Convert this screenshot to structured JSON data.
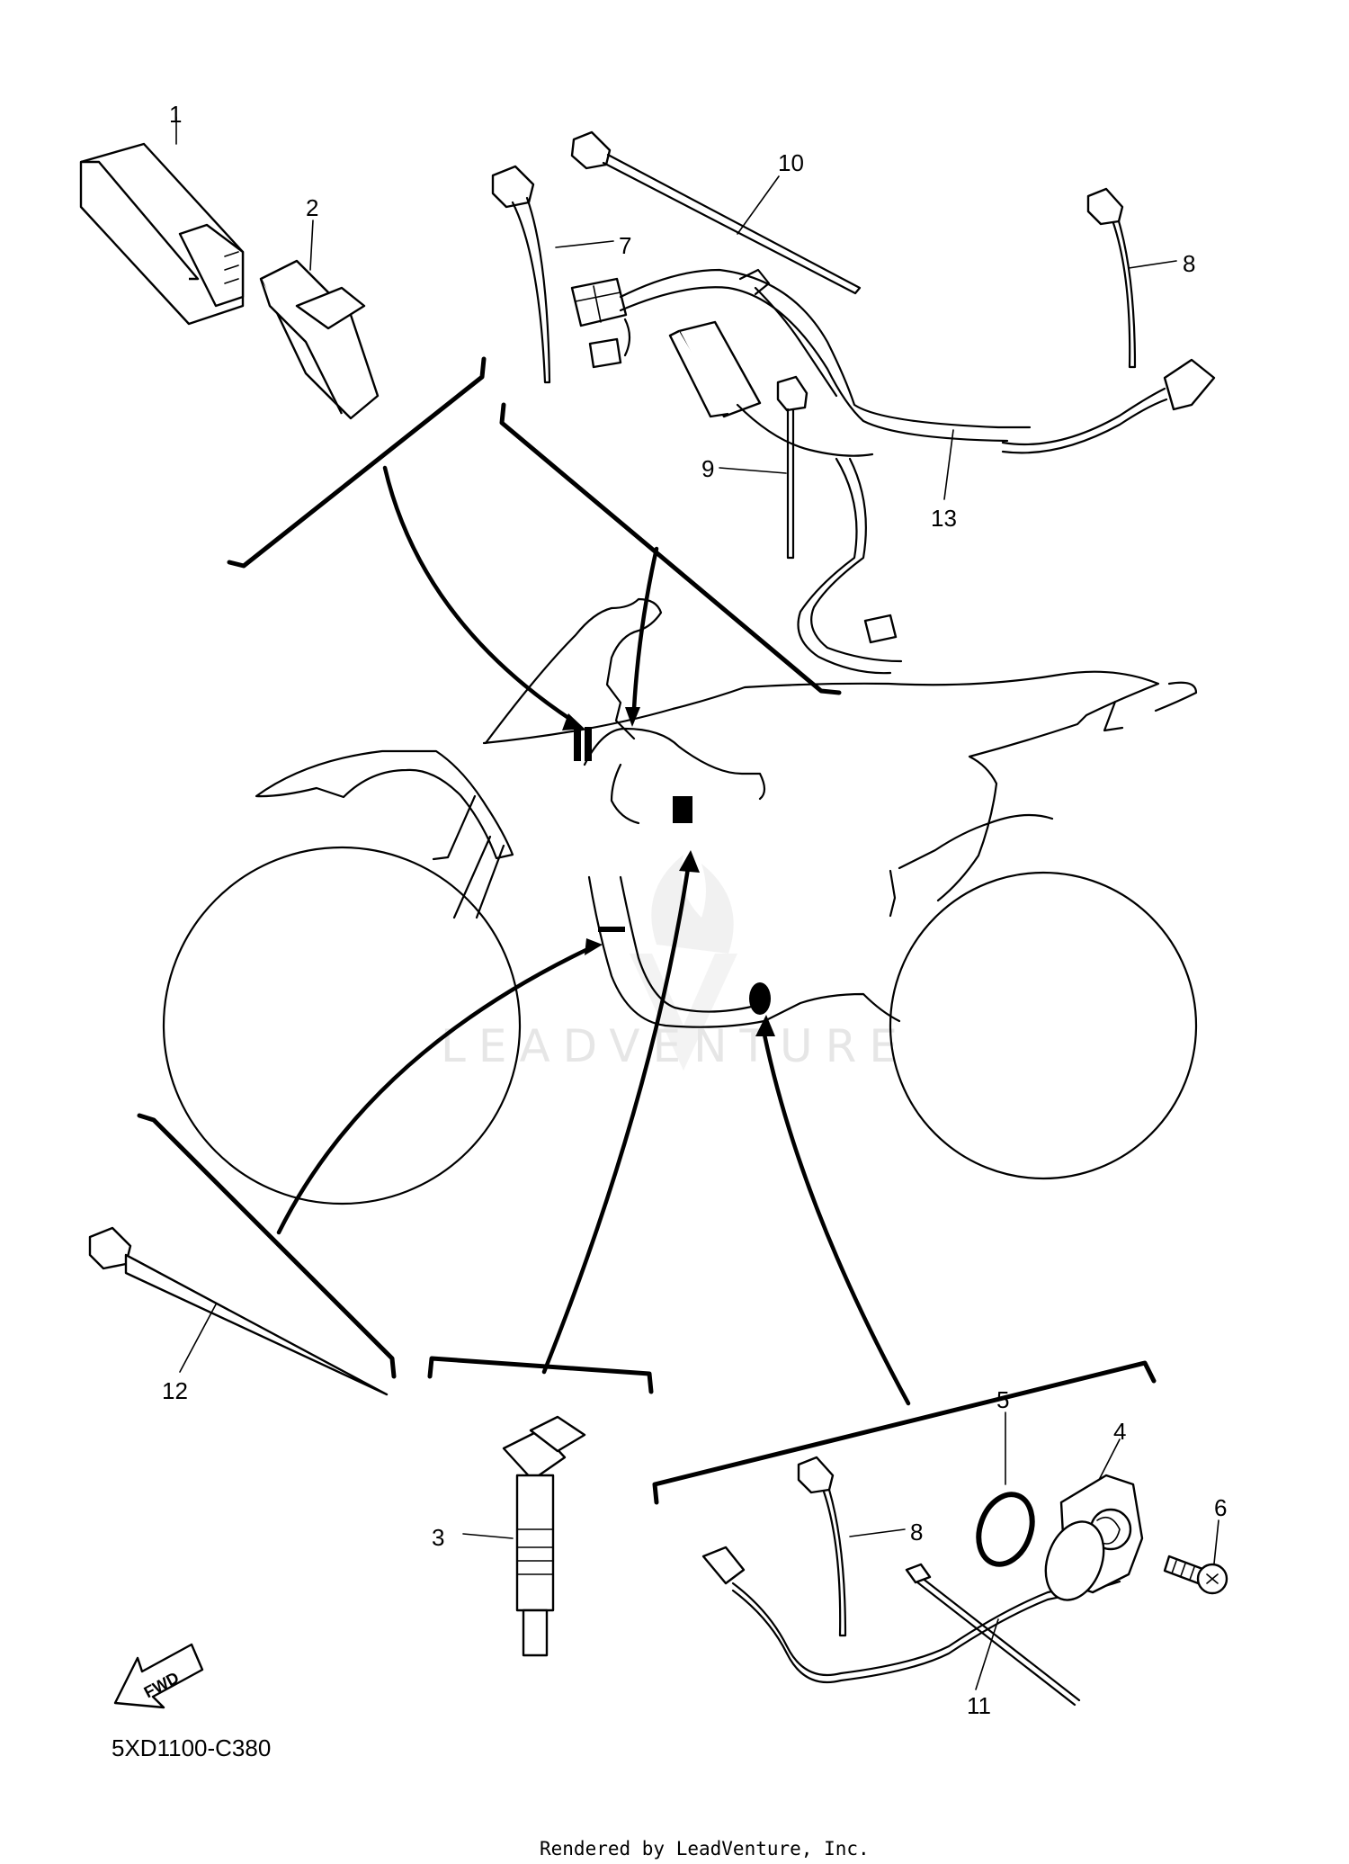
{
  "diagram": {
    "callouts": [
      {
        "id": "1",
        "label": "1"
      },
      {
        "id": "2",
        "label": "2"
      },
      {
        "id": "3",
        "label": "3"
      },
      {
        "id": "4",
        "label": "4"
      },
      {
        "id": "5",
        "label": "5"
      },
      {
        "id": "6",
        "label": "6"
      },
      {
        "id": "7",
        "label": "7"
      },
      {
        "id": "8a",
        "label": "8"
      },
      {
        "id": "8b",
        "label": "8"
      },
      {
        "id": "9",
        "label": "9"
      },
      {
        "id": "10",
        "label": "10"
      },
      {
        "id": "11",
        "label": "11"
      },
      {
        "id": "12",
        "label": "12"
      },
      {
        "id": "13",
        "label": "13"
      }
    ],
    "fwd_label": "FWD",
    "diagram_code": "5XD1100-C380",
    "watermark": "LEADVENTURE",
    "credit": "Rendered by LeadVenture, Inc."
  }
}
